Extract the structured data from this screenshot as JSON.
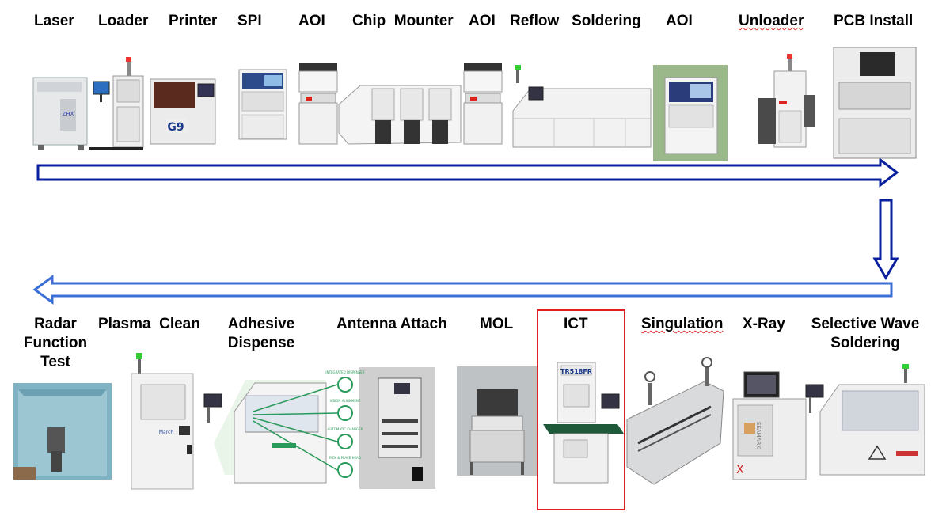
{
  "top_row": {
    "labels": {
      "laser": "Laser",
      "loader": "Loader",
      "printer": "Printer",
      "spi": "SPI",
      "aoi1": "AOI",
      "chip_mounter": "Chip  Mounter",
      "aoi2": "AOI",
      "reflow": "Reflow   Soldering",
      "aoi3": "AOI",
      "unloader": "Unloader",
      "pcb_install": "PCB Install"
    }
  },
  "bottom_row": {
    "labels": {
      "radar_1": "Radar",
      "radar_2": "Function",
      "radar_3": "Test",
      "plasma": "Plasma  Clean",
      "adhesive_1": "Adhesive",
      "adhesive_2": "Dispense",
      "antenna": "Antenna Attach",
      "mol": "MOL",
      "ict": "ICT",
      "singulation": "Singulation",
      "xray": "X-Ray",
      "selective_1": "Selective Wave",
      "selective_2": "Soldering"
    },
    "ict_machine_label": "TR518FR",
    "adhesive_panel_labels": [
      "INTEGRATED DISPENSER",
      "VISION ALIGNMENT",
      "AUTOMATIC CHANGER",
      "PICK & PLACE HEAD"
    ],
    "xray_brand": "SEAMARK"
  },
  "colors": {
    "top_arrow": "#0a1f9e",
    "bottom_arrow": "#3b6fd6",
    "highlight": "#e02020"
  }
}
